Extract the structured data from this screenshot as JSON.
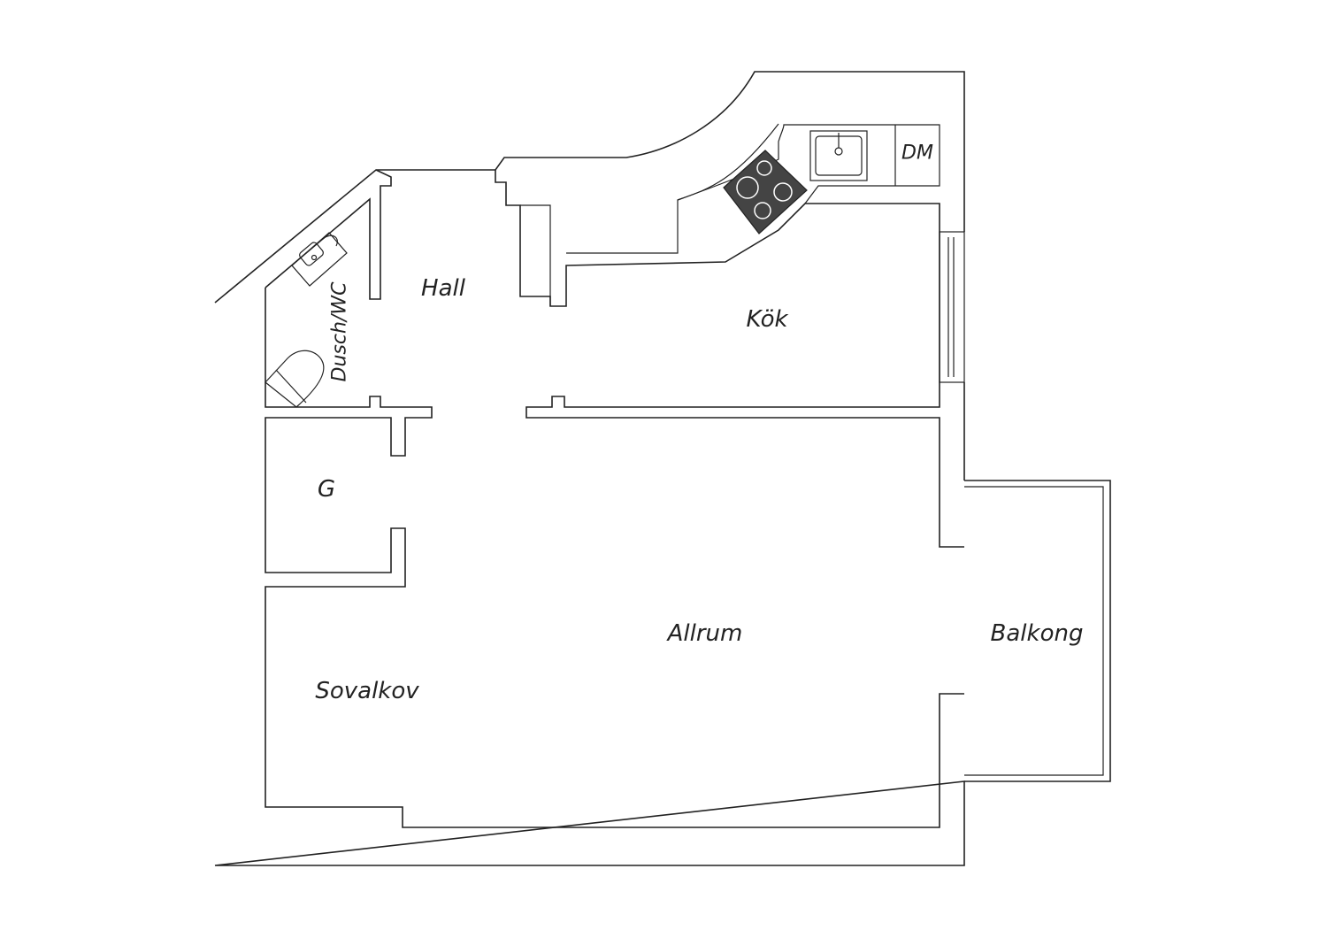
{
  "floorplan": {
    "rooms": {
      "hall": "Hall",
      "kitchen": "Kök",
      "bathroom": "Dusch/WC",
      "dishwasher": "DM",
      "wardrobe": "G",
      "living": "Allrum",
      "bedroom_alcove": "Sovalkov",
      "balcony": "Balkong"
    },
    "fixtures": [
      "stove-icon",
      "kitchen-sink-icon",
      "bathroom-sink-icon",
      "toilet-icon",
      "window-icon"
    ]
  }
}
